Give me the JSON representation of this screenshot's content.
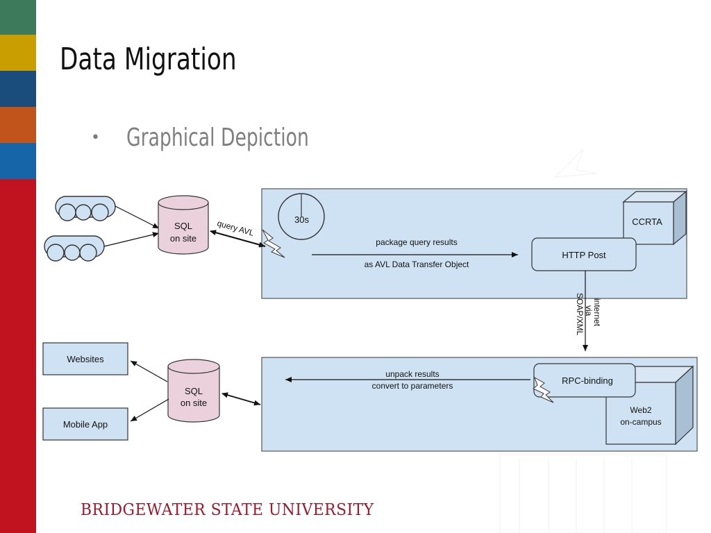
{
  "slide": {
    "title": "Data Migration",
    "bullet": "Graphical Depiction",
    "footer": "BRIDGEWATER STATE UNIVERSITY"
  },
  "colors": {
    "stripes": [
      "#3d7a5c",
      "#c99e00",
      "#1a4d7c",
      "#c0541a",
      "#1565a8",
      "#c1121f"
    ],
    "panel_fill": "#cfe2f3",
    "db_fill": "#ead1dc",
    "footer": "#a0182b"
  },
  "diagram": {
    "db_top_label": [
      "SQL",
      "on site"
    ],
    "db_bottom_label": [
      "SQL",
      "on site"
    ],
    "query_label": "query AVL",
    "timer_label": "30s",
    "ccrta_label": "CCRTA",
    "http_post_label": "HTTP Post",
    "package_label_1": "package query results",
    "package_label_2": "as AVL Data Transfer Object",
    "transport_label": [
      "internet",
      "via",
      "SOAP/XML"
    ],
    "unpack_label_1": "unpack results",
    "unpack_label_2": "convert to parameters",
    "rpc_label": "RPC-binding",
    "web2_label": [
      "Web2",
      "on-campus"
    ],
    "websites_label": "Websites",
    "mobile_label": "Mobile App"
  }
}
